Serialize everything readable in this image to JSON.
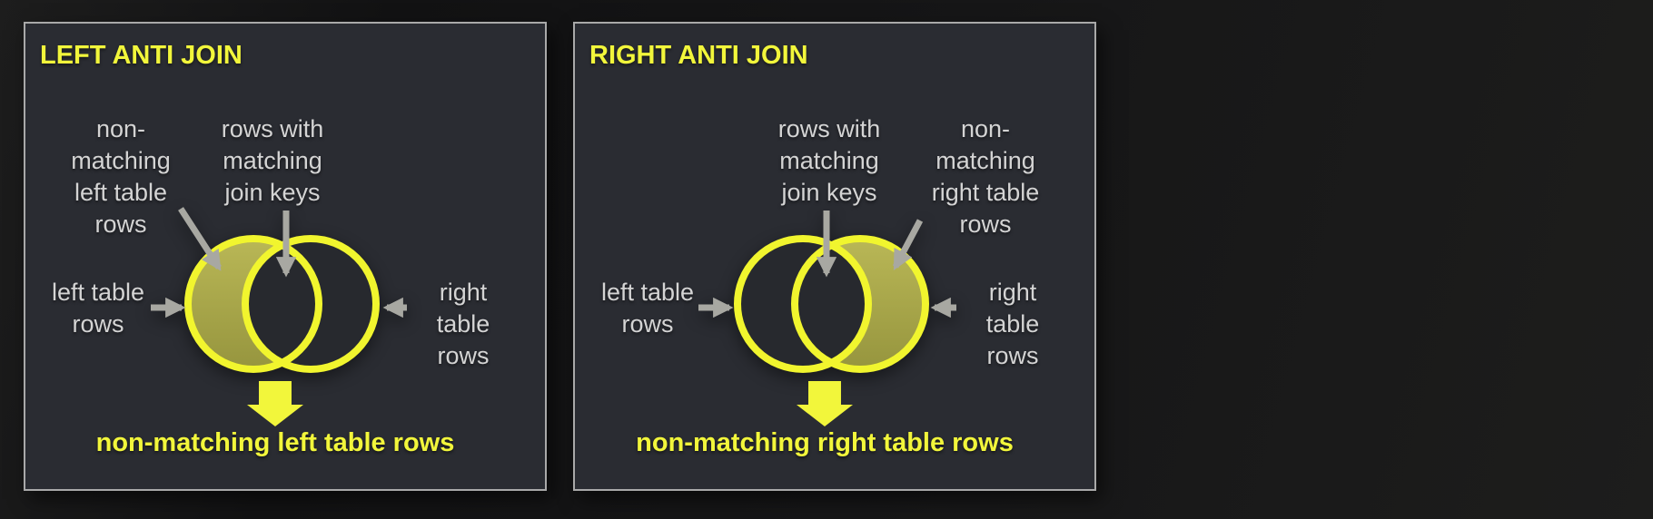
{
  "colors": {
    "page_bg": "#161617",
    "panel_bg": "#2a2c32",
    "panel_border": "#a9a9a9",
    "yellow": "#f2f63b",
    "circle_stroke": "#f1f52e",
    "olive_top": "#b9b756",
    "olive_bottom": "#96953e",
    "label_gray": "#d4d4d4",
    "arrow_gray": "#a8a8a2",
    "circle_inner_bg": "#27292e"
  },
  "panels": [
    {
      "title": "LEFT ANTI JOIN",
      "venn": {
        "filled_region": "left circle minus intersection",
        "difference_label": "non-\nmatching\nleft table\nrows",
        "intersection_label": "rows with\nmatching\njoin keys",
        "left_circle_label": "left table\nrows",
        "right_circle_label": "right table\nrows"
      },
      "result_label": "non-matching left table rows"
    },
    {
      "title": "RIGHT ANTI JOIN",
      "venn": {
        "filled_region": "right circle minus intersection",
        "difference_label": "non-\nmatching\nright table\nrows",
        "intersection_label": "rows with\nmatching\njoin keys",
        "left_circle_label": "left table\nrows",
        "right_circle_label": "right table\nrows"
      },
      "result_label": "non-matching right table rows"
    }
  ]
}
